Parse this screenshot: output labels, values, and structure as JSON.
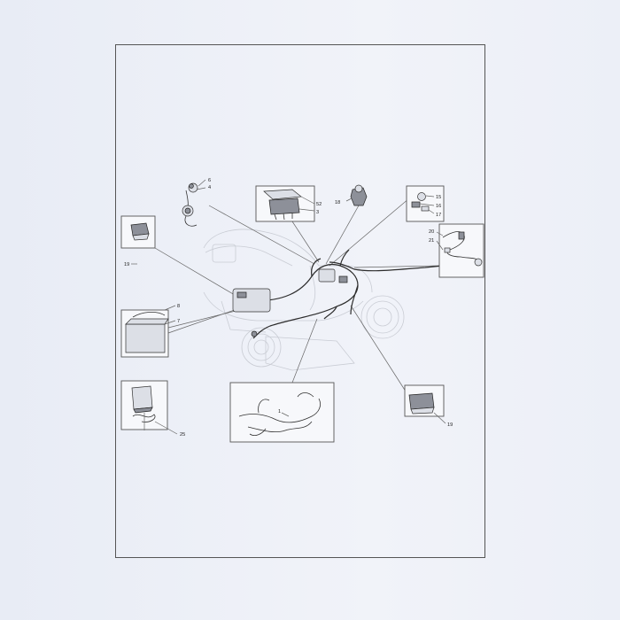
{
  "diagram": {
    "callouts": [
      "6",
      "4",
      "52",
      "3",
      "18",
      "15",
      "16",
      "17",
      "20",
      "21",
      "19",
      "8",
      "7",
      "1",
      "19",
      "25"
    ]
  }
}
